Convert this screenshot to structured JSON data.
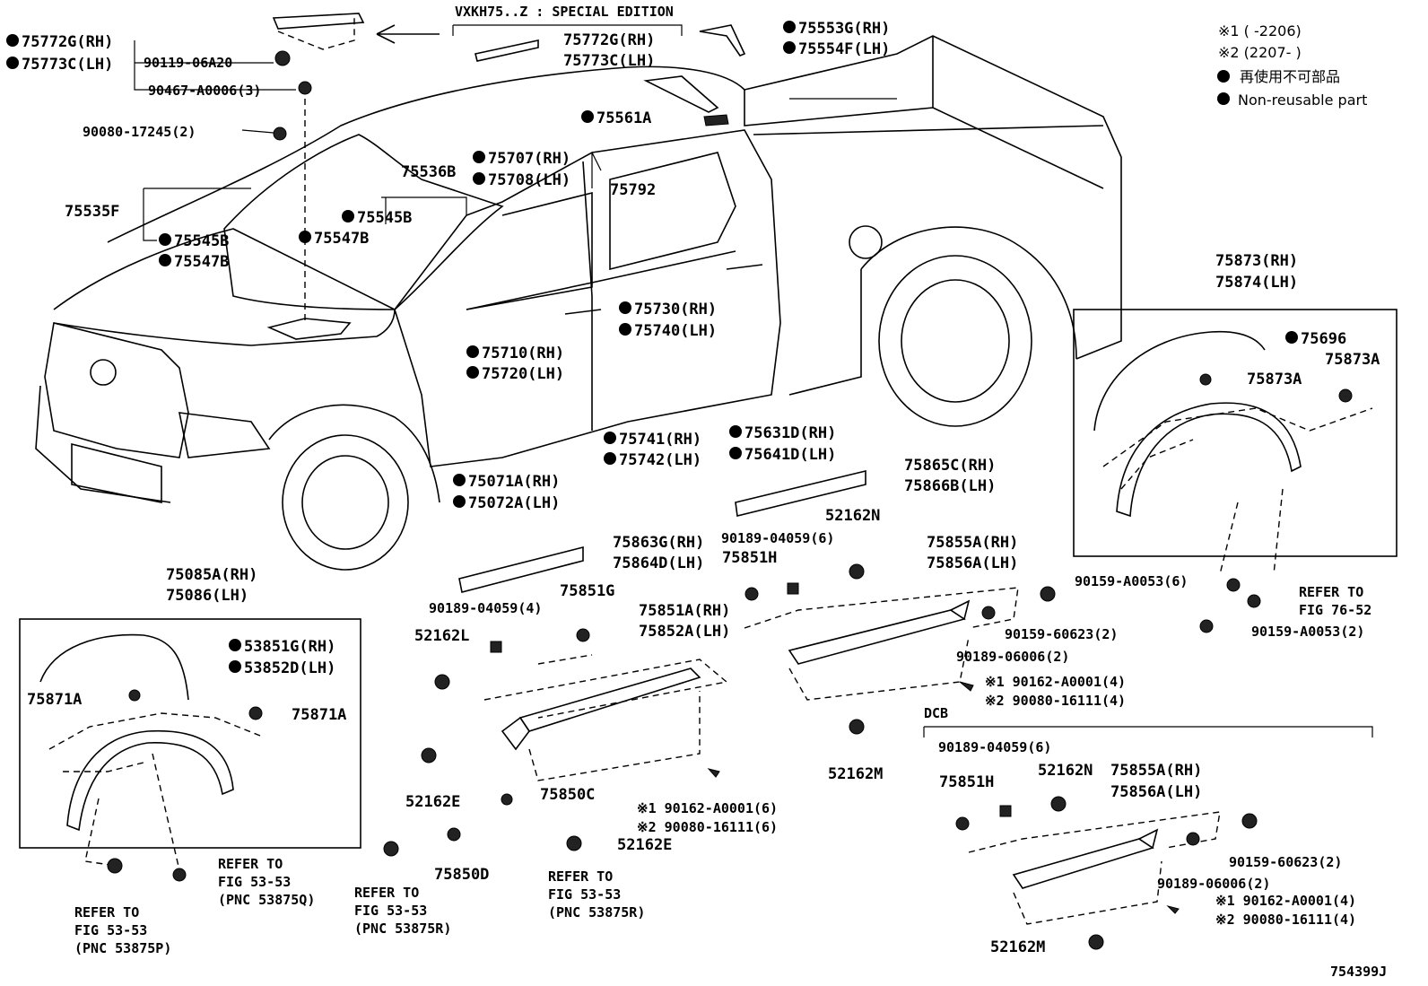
{
  "diagram": {
    "figure_code": "754399J",
    "special_edition": "VXKH75..Z : SPECIAL EDITION",
    "dcb": "DCB",
    "legend": {
      "mark1": "※1 (      -2206)",
      "mark2": "※2 (2207-      )",
      "nonreusable_jp": "再使用不可部品",
      "nonreusable_en": "Non-reusable part"
    },
    "callouts": {
      "c_75772G_rh": "75772G(RH)",
      "c_75773C_lh": "75773C(LH)",
      "c_90119": "90119-06A20",
      "c_90467": "90467-A0006(3)",
      "c_90080_17245": "90080-17245(2)",
      "c_se_75772G": "75772G(RH)",
      "c_se_75773C": "75773C(LH)",
      "c_75553G": "75553G(RH)",
      "c_75554F": "75554F(LH)",
      "c_75561A": "75561A",
      "c_75707": "75707(RH)",
      "c_75708": "75708(LH)",
      "c_75792": "75792",
      "c_75536B": "75536B",
      "c_75535F": "75535F",
      "c_75545B_a": "75545B",
      "c_75545B_b": "75545B",
      "c_75547B_a": "75547B",
      "c_75547B_b": "75547B",
      "c_75730": "75730(RH)",
      "c_75740": "75740(LH)",
      "c_75710": "75710(RH)",
      "c_75720": "75720(LH)",
      "c_75741": "75741(RH)",
      "c_75742": "75742(LH)",
      "c_75631D": "75631D(RH)",
      "c_75641D": "75641D(LH)",
      "c_75071A": "75071A(RH)",
      "c_75072A": "75072A(LH)",
      "c_75873": "75873(RH)",
      "c_75874": "75874(LH)",
      "c_75696": "75696",
      "c_75873A_a": "75873A",
      "c_75873A_b": "75873A",
      "c_90159_A0053_6": "90159-A0053(6)",
      "c_refer_76_a": "REFER TO",
      "c_refer_76_b": "FIG 76-52",
      "c_90159_A0053_2": "90159-A0053(2)",
      "c_75865C": "75865C(RH)",
      "c_75866B": "75866B(LH)",
      "c_52162N_a": "52162N",
      "c_90189_04059_6a": "90189-04059(6)",
      "c_75851H_a": "75851H",
      "c_75855A_a": "75855A(RH)",
      "c_75856A_a": "75856A(LH)",
      "c_90159_60623_a": "90159-60623(2)",
      "c_90189_06006_a": "90189-06006(2)",
      "c_90162_4a": "※1 90162-A0001(4)",
      "c_90080_4a": "※2 90080-16111(4)",
      "c_52162M_a": "52162M",
      "c_75863G": "75863G(RH)",
      "c_75864D": "75864D(LH)",
      "c_90189_04059_4": "90189-04059(4)",
      "c_75851G": "75851G",
      "c_75851A": "75851A(RH)",
      "c_75852A": "75852A(LH)",
      "c_52162L": "52162L",
      "c_52162E_a": "52162E",
      "c_75850C": "75850C",
      "c_90162_6": "※1 90162-A0001(6)",
      "c_90080_6": "※2 90080-16111(6)",
      "c_52162E_b": "52162E",
      "c_75850D": "75850D",
      "c_refer_53R_a": "REFER TO",
      "c_refer_53R_b": "FIG 53-53",
      "c_refer_53R_c": "(PNC 53875R)",
      "c_refer_53R2_a": "REFER TO",
      "c_refer_53R2_b": "FIG 53-53",
      "c_refer_53R2_c": "(PNC 53875R)",
      "c_75085A": "75085A(RH)",
      "c_75086": "75086(LH)",
      "c_53851G": "53851G(RH)",
      "c_53852D": "53852D(LH)",
      "c_75871A_a": "75871A",
      "c_75871A_b": "75871A",
      "c_refer_53Q_a": "REFER TO",
      "c_refer_53Q_b": "FIG 53-53",
      "c_refer_53Q_c": "(PNC 53875Q)",
      "c_refer_53P_a": "REFER TO",
      "c_refer_53P_b": "FIG 53-53",
      "c_refer_53P_c": "(PNC 53875P)",
      "c_90189_04059_6b": "90189-04059(6)",
      "c_75851H_b": "75851H",
      "c_52162N_b": "52162N",
      "c_75855A_b": "75855A(RH)",
      "c_75856A_b": "75856A(LH)",
      "c_90159_60623_b": "90159-60623(2)",
      "c_90189_06006_b": "90189-06006(2)",
      "c_90162_4b": "※1 90162-A0001(4)",
      "c_90080_4b": "※2 90080-16111(4)",
      "c_52162M_b": "52162M"
    }
  }
}
